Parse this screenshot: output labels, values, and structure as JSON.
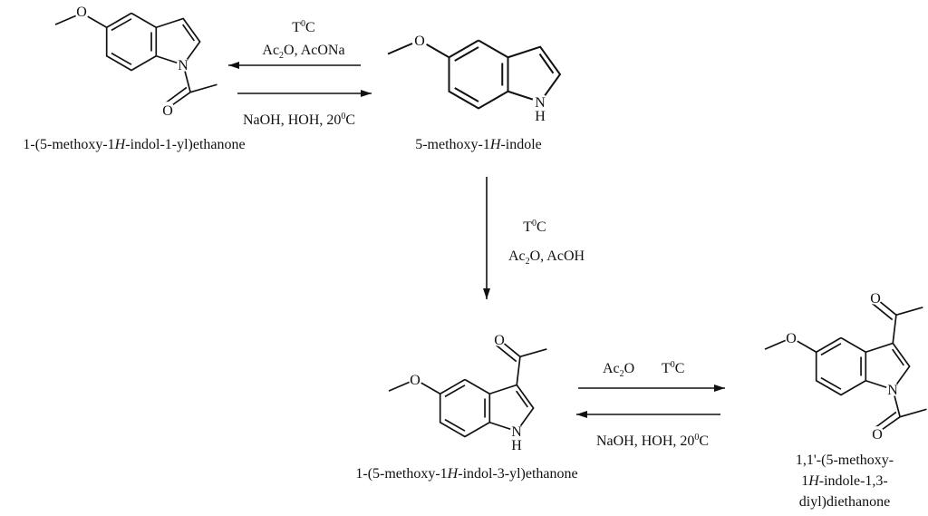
{
  "compounds": {
    "n_acetyl": {
      "name_pre": "1-(5-methoxy-1",
      "name_italic": "H",
      "name_post": "-indol-1-yl)ethanone"
    },
    "methoxyindole": {
      "name_pre": "5-methoxy-1",
      "name_italic": "H",
      "name_post": "-indole"
    },
    "c3_acetyl": {
      "name_pre": "1-(5-methoxy-1",
      "name_italic": "H",
      "name_post": "-indol-3-yl)ethanone"
    },
    "diacetyl": {
      "line1": "1,1'-(5-methoxy-",
      "line2_italic": "H",
      "line2_pre": "1",
      "line2_post": "-indole-1,3-",
      "line3": "diyl)diethanone"
    }
  },
  "atoms": {
    "oxygen": "O",
    "nitrogen": "N",
    "hydrogen": "H"
  },
  "conditions": {
    "top_forward": {
      "temp_T": "T",
      "temp_sup": "0",
      "temp_C": "C",
      "reagent_a": "Ac",
      "reagent_sub": "2",
      "reagent_b": "O, AcONa"
    },
    "top_reverse": {
      "text": "NaOH, HOH, 20",
      "sup": "0",
      "tail": "C"
    },
    "vertical": {
      "temp_T": "T",
      "temp_sup": "0",
      "temp_C": "C",
      "reagent_a": "Ac",
      "reagent_sub": "2",
      "reagent_b": "O, AcOH"
    },
    "bottom_forward": {
      "reagent_a": "Ac",
      "reagent_sub": "2",
      "reagent_b": "O",
      "temp_T": "T",
      "temp_sup": "0",
      "temp_C": "C"
    },
    "bottom_reverse": {
      "text": "NaOH, HOH, 20",
      "sup": "0",
      "tail": "C"
    }
  }
}
